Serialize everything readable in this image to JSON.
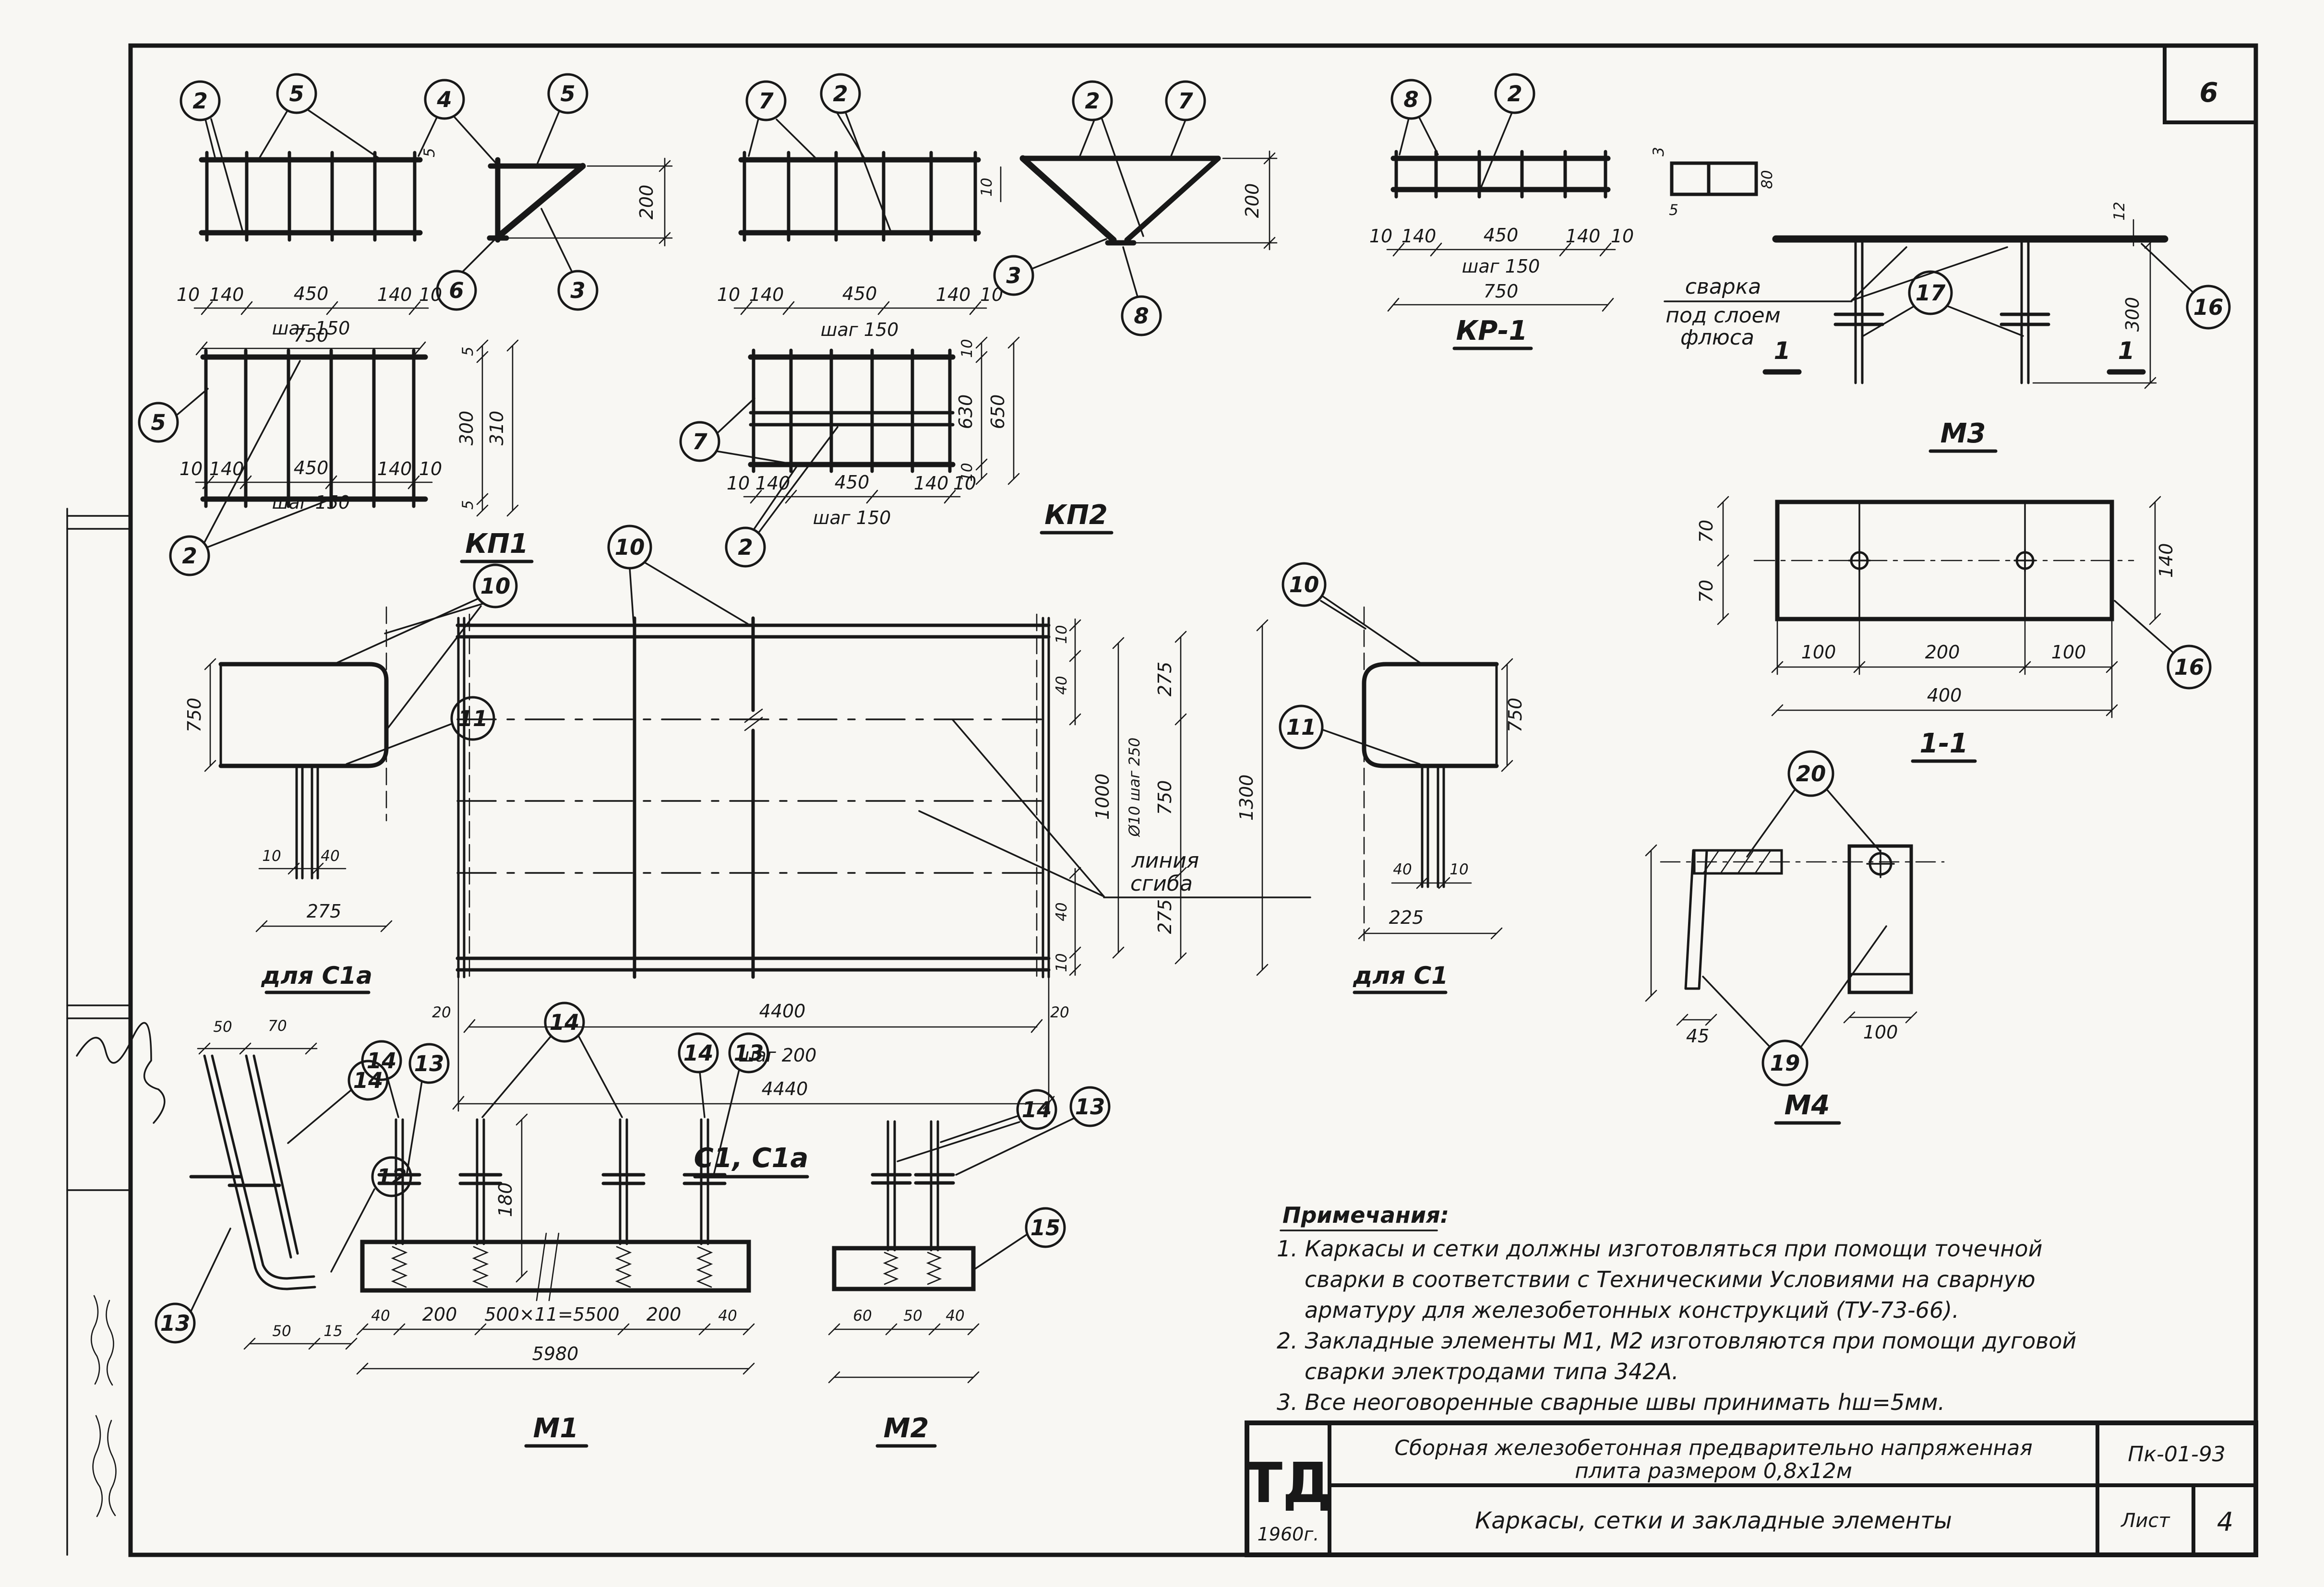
{
  "sheet": {
    "corner_number": "6",
    "org_logo": "ТД",
    "org_year": "1960г.",
    "title_line1": "Сборная железобетонная предварительно напряженная",
    "title_line2": "плита размером 0,8х12м",
    "subtitle": "Каркасы, сетки и закладные элементы",
    "doc_number": "Пк-01-93",
    "sheet_label": "Лист",
    "sheet_number": "4"
  },
  "notes": {
    "heading": "Примечания:",
    "l1": "1. Каркасы и сетки  должны  изготовляться  при помощи  точечной",
    "l2": "сварки  в  соответствии  с  Техническими  Условиями  на  сварную",
    "l3": "арматуру  для  железобетонных  конструкций (ТУ-73-66).",
    "l4": "2. Закладные  элементы  М1, М2  изготовляются  при помощи  дуговой",
    "l5": "сварки  электродами  типа 342А.",
    "l6": "3. Все  неоговоренные  сварные  швы  принимать  hш=5мм."
  },
  "labels": {
    "kp1": "КП1",
    "kp2": "КП2",
    "kr1": "КР-1",
    "m3": "М3",
    "m1": "М1",
    "m2": "М2",
    "m4": "М4",
    "s1": "С1, С1а",
    "for_s1a": "для С1а",
    "for_s1": "для С1",
    "sec11": "1-1",
    "weld1": "сварка",
    "weld2": "под слоем",
    "weld3": "флюса",
    "bend1": "линия",
    "bend2": "сгиба",
    "mark1": "1"
  },
  "callouts": {
    "c2": "2",
    "c3": "3",
    "c4": "4",
    "c5": "5",
    "c6": "6",
    "c7": "7",
    "c8": "8",
    "c10": "10",
    "c11": "11",
    "c12": "12",
    "c13": "13",
    "c14": "14",
    "c15": "15",
    "c16": "16",
    "c17": "17",
    "c19": "19",
    "c20": "20"
  },
  "dims": {
    "d3": "3",
    "d5": "5",
    "d10": "10",
    "d12": "12",
    "d15": "15",
    "d20": "20",
    "d40": "40",
    "d45": "45",
    "d50": "50",
    "d60": "60",
    "d70": "70",
    "d80": "80",
    "d100": "100",
    "d140": "140",
    "d180": "180",
    "d200": "200",
    "d225": "225",
    "d275": "275",
    "d300": "300",
    "d310": "310",
    "d400": "400",
    "d450": "450",
    "d630": "630",
    "d650": "650",
    "d750": "750",
    "d1000": "1000",
    "d1300": "1300",
    "d4400": "4400",
    "d4440": "4440",
    "d5980": "5980",
    "m1span": "500×11=5500",
    "step150": "шаг 150",
    "step200": "шаг 200",
    "dia_step": "Ø10 шаг 250"
  }
}
